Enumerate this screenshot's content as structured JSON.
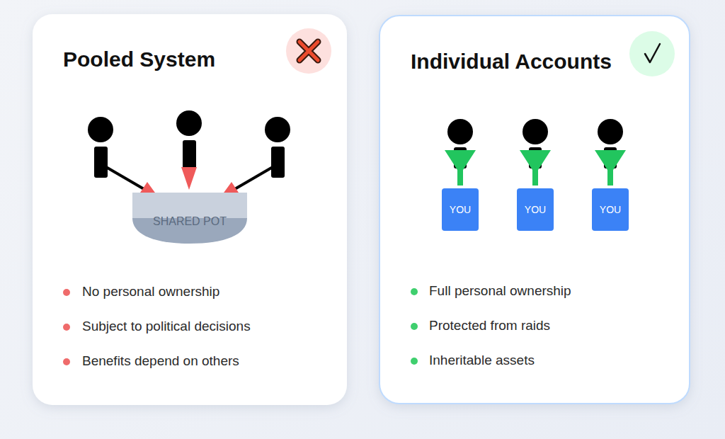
{
  "diagram": {
    "nodes": [
      {
        "text": [
          "Pooled System",
          "No personal ownership",
          "Subject to political decisions",
          "Benefits depend on others"
        ]
      },
      {
        "text": [
          "SHARED POT"
        ],
        "in": 0
      },
      {
        "text": [
          "Individual Accounts",
          "Full personal ownership",
          "Protected from raids",
          "Inheritable assets"
        ]
      },
      {
        "text": [
          "YOU"
        ],
        "in": 2
      },
      {
        "text": [
          "YOU"
        ],
        "in": 2
      },
      {
        "text": [
          "YOU"
        ],
        "in": 2
      }
    ]
  }
}
